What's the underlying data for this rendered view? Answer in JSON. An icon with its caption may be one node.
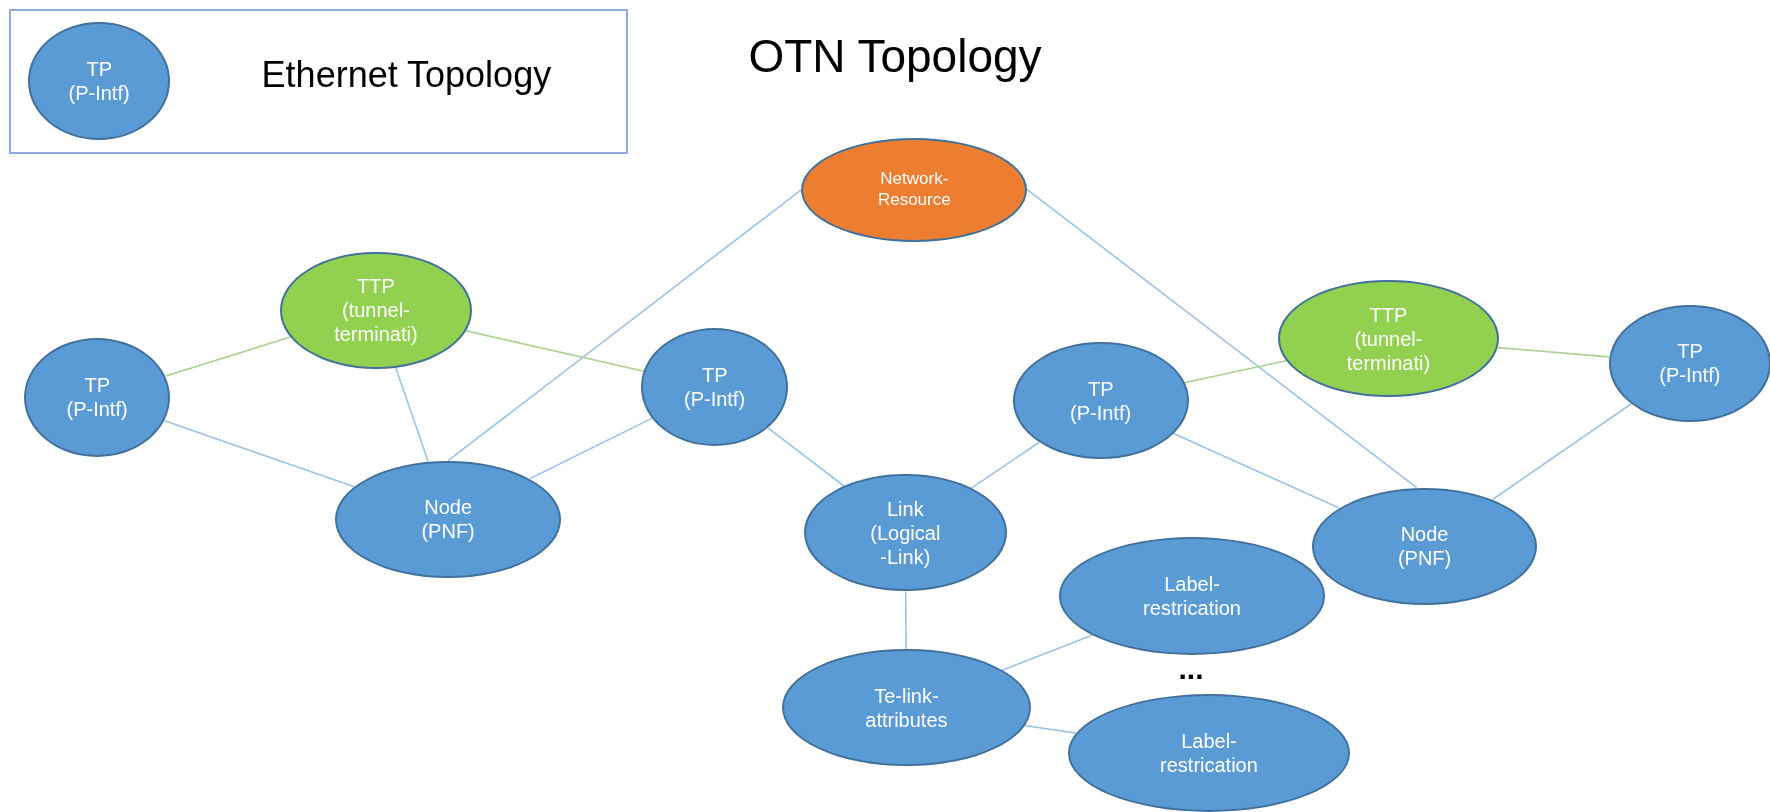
{
  "diagram": {
    "title": "OTN Topology",
    "nodes": [
      {
        "text": [
          "Ethernet Topology"
        ]
      },
      {
        "text": [
          "TP (P-Intf)"
        ],
        "in": 0
      },
      {
        "text": [
          "Network-Resource"
        ]
      },
      {
        "text": [
          "TTP (tunnel-terminati)"
        ]
      },
      {
        "text": [
          "TP (P-Intf)"
        ]
      },
      {
        "text": [
          "TP (P-Intf)"
        ]
      },
      {
        "text": [
          "Node (PNF)"
        ]
      },
      {
        "text": [
          "TP (P-Intf)"
        ]
      },
      {
        "text": [
          "TTP (tunnel-terminati)"
        ]
      },
      {
        "text": [
          "TP (P-Intf)"
        ]
      },
      {
        "text": [
          "Link (Logical -Link)"
        ]
      },
      {
        "text": [
          "Node (PNF)"
        ]
      },
      {
        "text": [
          "Label-restrication"
        ]
      },
      {
        "text": [
          "Te-link-attributes"
        ]
      },
      {
        "text": [
          "Label-restrication"
        ]
      }
    ],
    "edges": [
      {
        "from": 2,
        "to": 6,
        "arrow": "none"
      },
      {
        "from": 2,
        "to": 11,
        "arrow": "none"
      },
      {
        "from": 3,
        "to": 4,
        "arrow": "none",
        "color": "#a9d18e"
      },
      {
        "from": 3,
        "to": 6,
        "arrow": "none"
      },
      {
        "from": 3,
        "to": 5,
        "arrow": "none",
        "color": "#a9d18e"
      },
      {
        "from": 4,
        "to": 6,
        "arrow": "none"
      },
      {
        "from": 6,
        "to": 5,
        "arrow": "none"
      },
      {
        "from": 5,
        "to": 10,
        "arrow": "none"
      },
      {
        "from": 10,
        "to": 7,
        "arrow": "none"
      },
      {
        "from": 7,
        "to": 8,
        "arrow": "none",
        "color": "#a9d18e"
      },
      {
        "from": 8,
        "to": 9,
        "arrow": "none",
        "color": "#a9d18e"
      },
      {
        "from": 7,
        "to": 11,
        "arrow": "none"
      },
      {
        "from": 11,
        "to": 9,
        "arrow": "none"
      },
      {
        "from": 10,
        "to": 13,
        "arrow": "none"
      },
      {
        "from": 13,
        "to": 12,
        "arrow": "none"
      },
      {
        "from": 13,
        "to": 14,
        "arrow": "none"
      }
    ],
    "labels": [
      "..."
    ]
  }
}
